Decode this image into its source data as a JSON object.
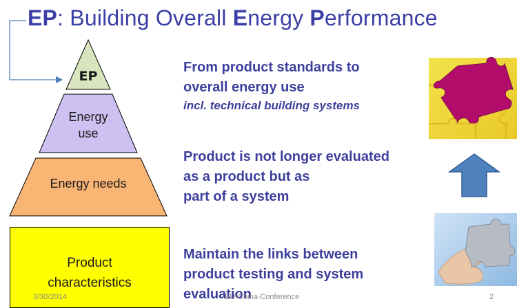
{
  "slide": {
    "title": {
      "part1": "EP",
      "part2": ": Building Overall ",
      "part3": "E",
      "part4": "nergy ",
      "part5": "P",
      "part6": "erformance"
    },
    "pyramid": {
      "ep": "EP",
      "energy_use_line1": "Energy",
      "energy_use_line2": "use",
      "energy_needs": "Energy needs",
      "product_line1": "Product",
      "product_line2": "characteristics"
    },
    "bullets": {
      "b1_line1": "From product standards to",
      "b1_line2": "overall energy use",
      "b1_line3": "incl. technical building systems",
      "b2_line1": "Product is not longer evaluated",
      "b2_line2": "as a product but as",
      "b2_line3": "part of a system",
      "b3_line1": "Maintain the links between",
      "b3_line2": "product testing and system",
      "b3_line3": "evaluation"
    },
    "footer": {
      "date": "3/30/2014",
      "event": "EU-China-Conference",
      "page": "2"
    },
    "colors": {
      "title": "#3b3fa6",
      "bullet_text": "#3d3f9c",
      "ep_fill": "#d7e4bd",
      "energy_use_fill": "#ccc1f0",
      "energy_needs_fill": "#f9b574",
      "product_fill": "#ffff00",
      "arrow_fill": "#4f81bd"
    },
    "images": {
      "puzzle_top": "yellow-puzzle-with-magenta-piece",
      "arrow": "up-arrow-icon",
      "puzzle_bottom": "hand-holding-puzzle-piece"
    }
  }
}
